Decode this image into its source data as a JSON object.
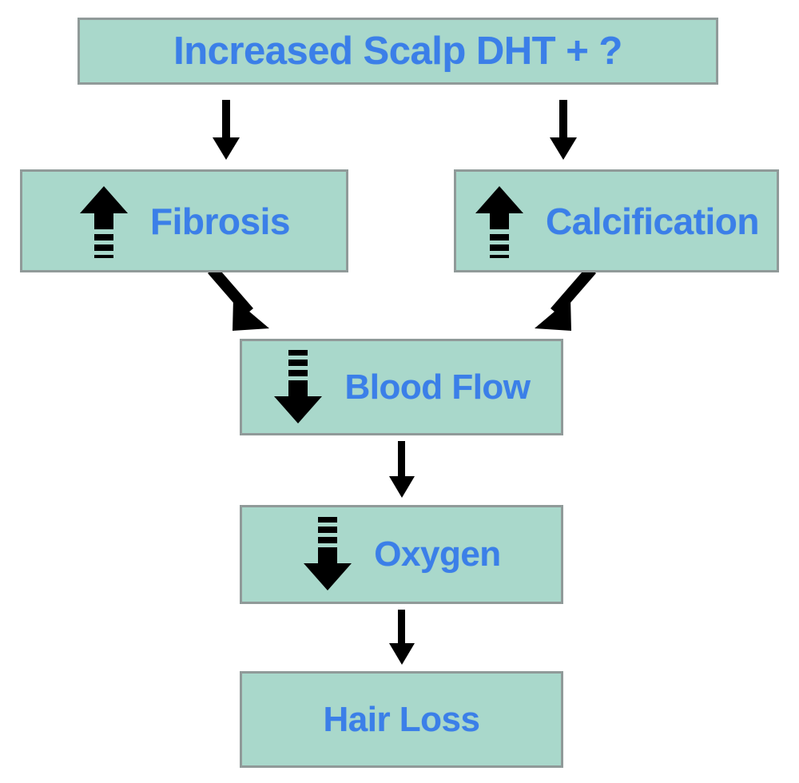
{
  "diagram": {
    "title": "Scalp DHT to Hair Loss pathway flowchart",
    "type": "flowchart",
    "colors": {
      "node_fill": "#a9d8cb",
      "node_border": "#909a99",
      "label_text": "#3b7fe8",
      "icon": "#000000",
      "background": "#ffffff"
    },
    "nodes": [
      {
        "id": "dht",
        "label": "Increased Scalp DHT + ?",
        "icon": "none"
      },
      {
        "id": "fibrosis",
        "label": "Fibrosis",
        "icon": "increase-arrow-up-icon"
      },
      {
        "id": "calcif",
        "label": "Calcification",
        "icon": "increase-arrow-up-icon"
      },
      {
        "id": "blood",
        "label": "Blood Flow",
        "icon": "decrease-arrow-down-icon"
      },
      {
        "id": "oxygen",
        "label": "Oxygen",
        "icon": "decrease-arrow-down-icon"
      },
      {
        "id": "hairloss",
        "label": "Hair Loss",
        "icon": "none"
      }
    ],
    "edges": [
      {
        "from": "dht",
        "to": "fibrosis",
        "style": "straight-down"
      },
      {
        "from": "dht",
        "to": "calcif",
        "style": "straight-down"
      },
      {
        "from": "fibrosis",
        "to": "blood",
        "style": "diagonal-down-right"
      },
      {
        "from": "calcif",
        "to": "blood",
        "style": "diagonal-down-left"
      },
      {
        "from": "blood",
        "to": "oxygen",
        "style": "straight-down"
      },
      {
        "from": "oxygen",
        "to": "hairloss",
        "style": "straight-down"
      }
    ]
  }
}
